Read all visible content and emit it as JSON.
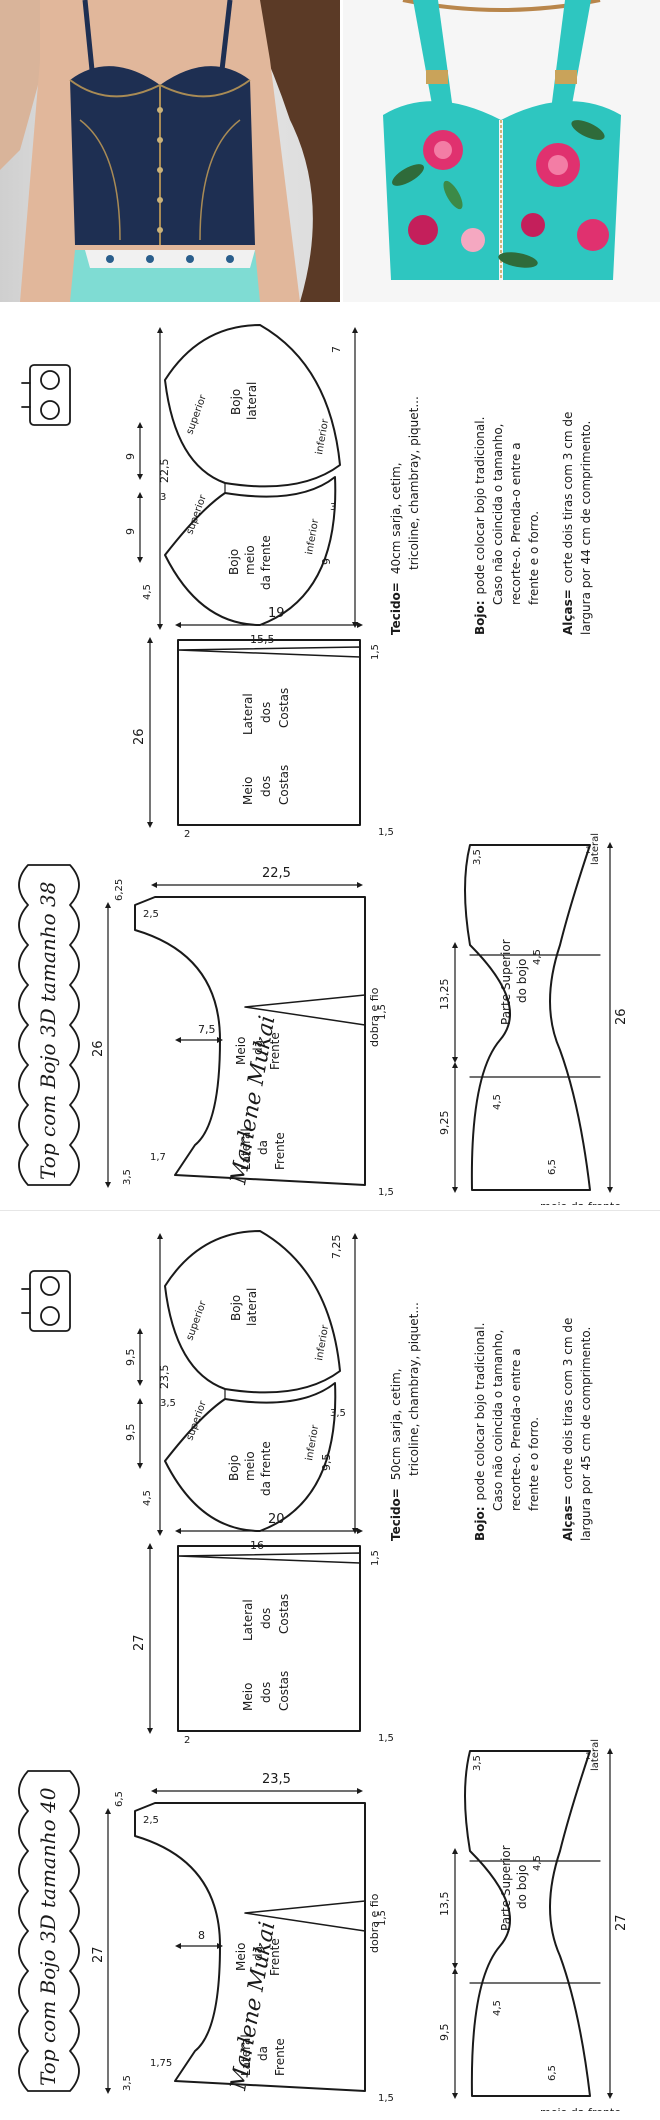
{
  "colors": {
    "ink": "#1a1a1a",
    "denim": "#1e2f52",
    "floral_bg": "#2ec6c0",
    "floral_pink": "#e0316f",
    "leaf": "#2f6b3a"
  },
  "sheets": [
    {
      "title": "Top com Bojo 3D tamanho 38",
      "signature": "Marlene Mukai",
      "front": {
        "height": "26",
        "top_w": "6,25",
        "top_h": "2,5",
        "width": "22,5",
        "fold": "dobra e fio",
        "mid": "7,5",
        "dart": "1,5",
        "low": "1,7",
        "bot": "3,5",
        "hem": "1,5",
        "meio": [
          "Meio",
          "da",
          "Frente"
        ],
        "lateral": [
          "Lateral",
          "da",
          "Frente"
        ]
      },
      "back": {
        "height": "26",
        "width": "19",
        "dart": "1,5",
        "side": "1,5",
        "corner": "2",
        "lateral": [
          "Lateral",
          "dos",
          "Costas"
        ],
        "meio": [
          "Meio",
          "dos",
          "Costas"
        ]
      },
      "cups": {
        "total": "22,5",
        "top": "7",
        "a": "9",
        "b": "3",
        "c": "9",
        "d": "3",
        "e": "4,5",
        "f": "9",
        "g": "15,5",
        "sup": "superior",
        "inf": "inferior",
        "lat": [
          "Bojo",
          "lateral"
        ],
        "meio": [
          "Bojo",
          "meio",
          "da frente"
        ]
      },
      "band": {
        "width": "26",
        "h1": "9,25",
        "h2": "13,25",
        "a": "4,5",
        "b": "4,5",
        "c": "6,5",
        "d": "3,5",
        "e": "1",
        "meio": "meio da frente",
        "lateral": "lateral",
        "parte": [
          "Parte Superior",
          "do bojo"
        ]
      },
      "notes": {
        "tecido_label": "Tecido=",
        "tecido_1": "40cm sarja, cetim,",
        "tecido_2": "tricoline, chambray, piquet...",
        "bojo_label": "Bojo:",
        "bojo_1": "pode colocar bojo tradicional.",
        "bojo_2": "Caso não coincida o tamanho,",
        "bojo_3": "recorte-o. Prenda-o entre a",
        "bojo_4": "frente e o forro.",
        "alcas_label": "Alças=",
        "alcas_1": "corte dois tiras com 3 cm de",
        "alcas_2": "largura por 44 cm de comprimento."
      }
    },
    {
      "title": "Top com Bojo 3D tamanho 40",
      "signature": "Marlene Mukai",
      "front": {
        "height": "27",
        "top_w": "6,5",
        "top_h": "2,5",
        "width": "23,5",
        "fold": "dobra e fio",
        "mid": "8",
        "dart": "1,5",
        "low": "1,75",
        "bot": "3,5",
        "hem": "1,5",
        "meio": [
          "Meio",
          "da",
          "Frente"
        ],
        "lateral": [
          "Lateral",
          "da",
          "Frente"
        ]
      },
      "back": {
        "height": "27",
        "width": "20",
        "dart": "1,5",
        "side": "1,5",
        "corner": "2",
        "lateral": [
          "Lateral",
          "dos",
          "Costas"
        ],
        "meio": [
          "Meio",
          "dos",
          "Costas"
        ]
      },
      "cups": {
        "total": "23,5",
        "top": "7,25",
        "a": "9,5",
        "b": "3,5",
        "c": "9,5",
        "d": "3,5",
        "e": "4,5",
        "f": "9,5",
        "g": "16",
        "sup": "superior",
        "inf": "inferior",
        "lat": [
          "Bojo",
          "lateral"
        ],
        "meio": [
          "Bojo",
          "meio",
          "da frente"
        ]
      },
      "band": {
        "width": "27",
        "h1": "9,5",
        "h2": "13,5",
        "a": "4,5",
        "b": "4,5",
        "c": "6,5",
        "d": "3,5",
        "e": "1",
        "meio": "meio da frente",
        "lateral": "lateral",
        "parte": [
          "Parte Superior",
          "do bojo"
        ]
      },
      "notes": {
        "tecido_label": "Tecido=",
        "tecido_1": "50cm sarja, cetim,",
        "tecido_2": "tricoline, chambray, piquet...",
        "bojo_label": "Bojo:",
        "bojo_1": "pode colocar bojo tradicional.",
        "bojo_2": "Caso não coincida o tamanho,",
        "bojo_3": "recorte-o. Prenda-o entre a",
        "bojo_4": "frente e o forro.",
        "alcas_label": "Alças=",
        "alcas_1": "corte dois tiras com 3 cm de",
        "alcas_2": "largura por 45 cm de comprimento."
      }
    }
  ]
}
